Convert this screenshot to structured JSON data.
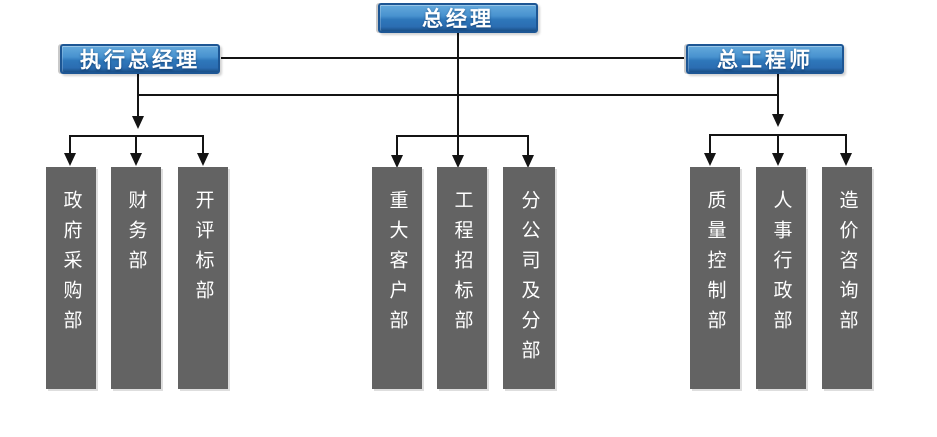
{
  "chart": {
    "type": "org-chart",
    "root": {
      "label": "总经理"
    },
    "managers": [
      {
        "label": "执行总经理"
      },
      {
        "label": "总工程师"
      }
    ],
    "groups": [
      {
        "parent": "执行总经理",
        "departments": [
          "政府采购部",
          "财务部",
          "开评标部"
        ]
      },
      {
        "parent": "总经理",
        "departments": [
          "重大客户部",
          "工程招标部",
          "分公司及分部"
        ]
      },
      {
        "parent": "总工程师",
        "departments": [
          "质量控制部",
          "人事行政部",
          "造价咨询部"
        ]
      }
    ],
    "colors": {
      "manager_box_top": "#64a9dc",
      "manager_box_bottom": "#1a4f86",
      "manager_box_border": "#1d5694",
      "department_box": "#636363",
      "connector_line": "#141414",
      "label_text": "#ffffff"
    }
  }
}
